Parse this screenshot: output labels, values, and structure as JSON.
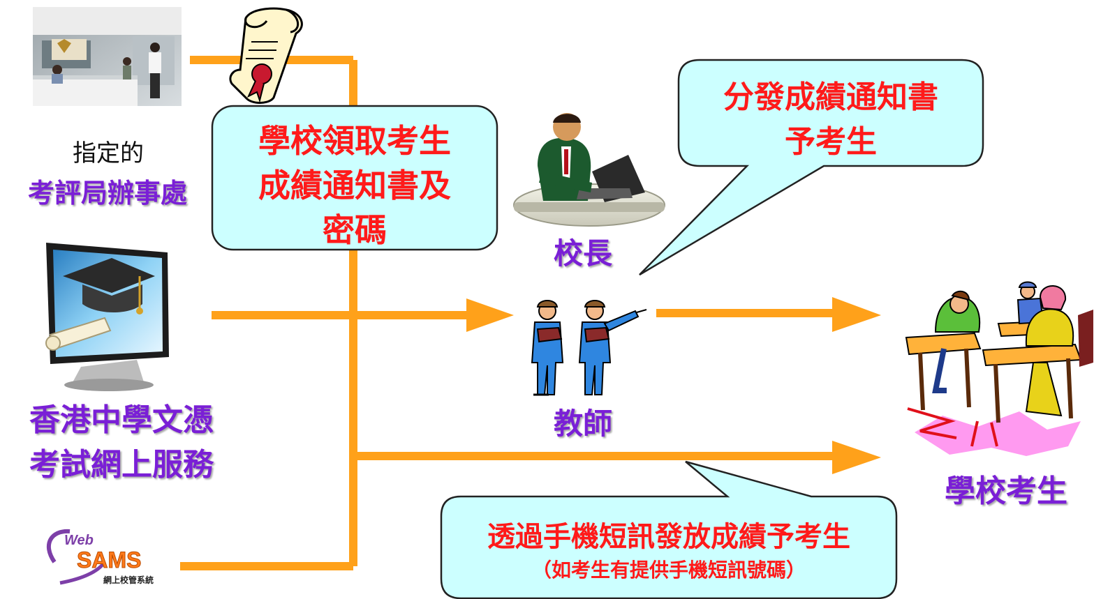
{
  "colors": {
    "flow_line": "#FFA11A",
    "bubble_fill": "#CCFFFF",
    "bubble_stroke": "#222222",
    "label_purple": "#7A1FD6",
    "bubble_text_red": "#FF1A1A"
  },
  "sources": {
    "office_prefix": "指定的",
    "office": "考評局辦事處",
    "online_line1": "香港中學文憑",
    "online_line2": "考試網上服務",
    "websams_logo": {
      "top": "Web",
      "main": "SAMS",
      "sub": "網上校管系統"
    }
  },
  "bubbles": {
    "collect": [
      "學校領取考生",
      "成績通知書及",
      "密碼"
    ],
    "distribute": [
      "分發成績通知書",
      "予考生"
    ],
    "sms_main": "透過手機短訊發放成績予考生",
    "sms_note": "（如考生有提供手機短訊號碼）"
  },
  "roles": {
    "principal": "校長",
    "teacher": "教師",
    "students": "學校考生"
  },
  "icons": [
    "office-photo",
    "scroll-certificate-icon",
    "computer-monitor-graduation-icon",
    "websams-logo",
    "principal-at-laptop-icon",
    "teachers-icon",
    "students-at-desks-icon"
  ]
}
